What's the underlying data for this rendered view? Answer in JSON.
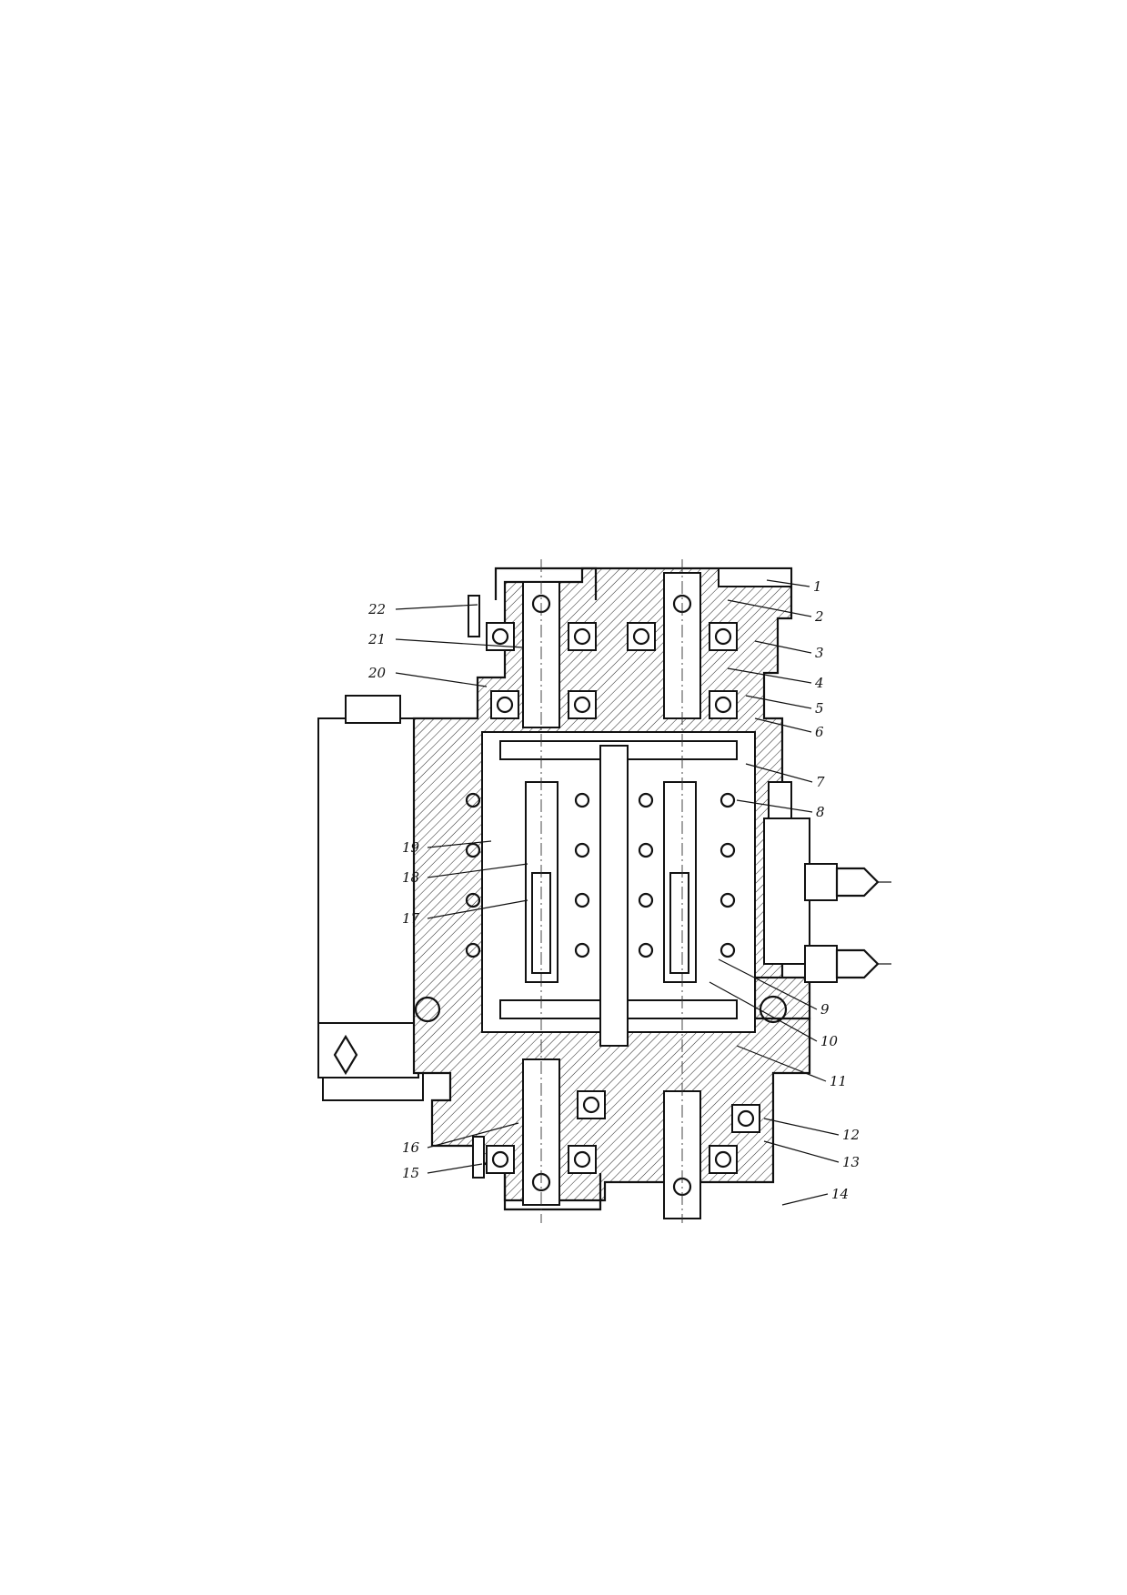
{
  "diagram": {
    "callouts": [
      {
        "id": "1",
        "text": "1"
      },
      {
        "id": "2",
        "text": "2"
      },
      {
        "id": "3",
        "text": "3"
      },
      {
        "id": "4",
        "text": "4"
      },
      {
        "id": "5",
        "text": "5"
      },
      {
        "id": "6",
        "text": "6"
      },
      {
        "id": "7",
        "text": "7"
      },
      {
        "id": "8",
        "text": "8"
      },
      {
        "id": "9",
        "text": "9"
      },
      {
        "id": "10",
        "text": "10"
      },
      {
        "id": "11",
        "text": "11"
      },
      {
        "id": "12",
        "text": "12"
      },
      {
        "id": "13",
        "text": "13"
      },
      {
        "id": "14",
        "text": "14"
      },
      {
        "id": "15",
        "text": "15"
      },
      {
        "id": "16",
        "text": "16"
      },
      {
        "id": "17",
        "text": "17"
      },
      {
        "id": "18",
        "text": "18"
      },
      {
        "id": "19",
        "text": "19"
      },
      {
        "id": "20",
        "text": "20"
      },
      {
        "id": "21",
        "text": "21"
      },
      {
        "id": "22",
        "text": "22"
      }
    ]
  }
}
